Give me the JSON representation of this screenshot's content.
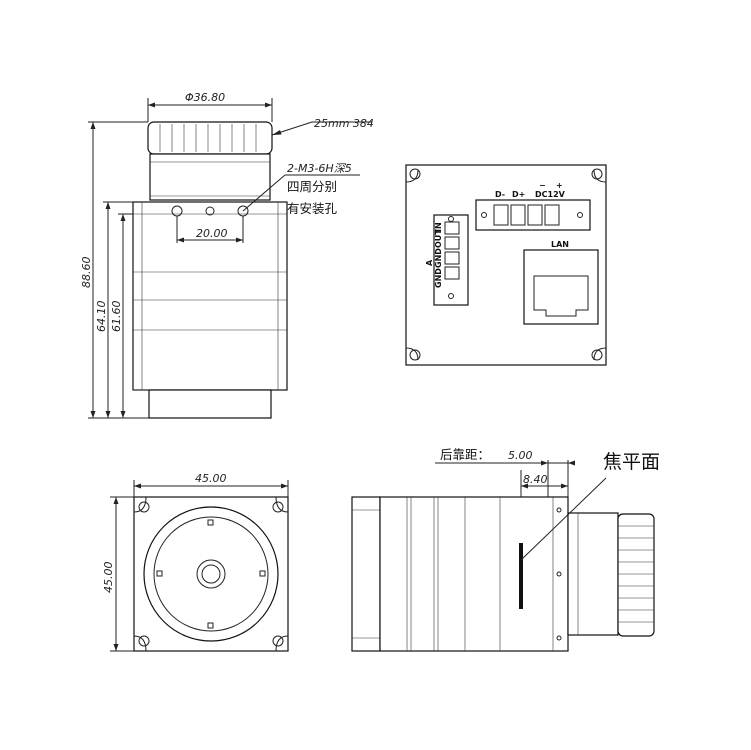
{
  "front_view": {
    "dim_diameter": "Φ36.80",
    "dim_lens_mount": "25mm 384",
    "dim_hole_callout": "2-M3-6H深5",
    "dim_hole_note_line1": "四周分别",
    "dim_hole_note_line2": "有安装孔",
    "dim_hole_spacing": "20.00",
    "dim_total_height": "88.60",
    "dim_height_2": "64.10",
    "dim_height_3": "61.60"
  },
  "rear_view": {
    "pin_labels_top": [
      "D-",
      "D+",
      "−",
      "+"
    ],
    "power_label": "DC12V",
    "side_labels": [
      "GND",
      "GND",
      "OUT",
      "IN"
    ],
    "side_extra": "A",
    "lan_label": "LAN"
  },
  "face_view": {
    "dim_width": "45.00",
    "dim_height": "45.00"
  },
  "side_view": {
    "back_focus_label": "后靠距：",
    "back_focus_value": "5.00",
    "dim_flange": "8.40",
    "focal_plane_label": "焦平面"
  }
}
